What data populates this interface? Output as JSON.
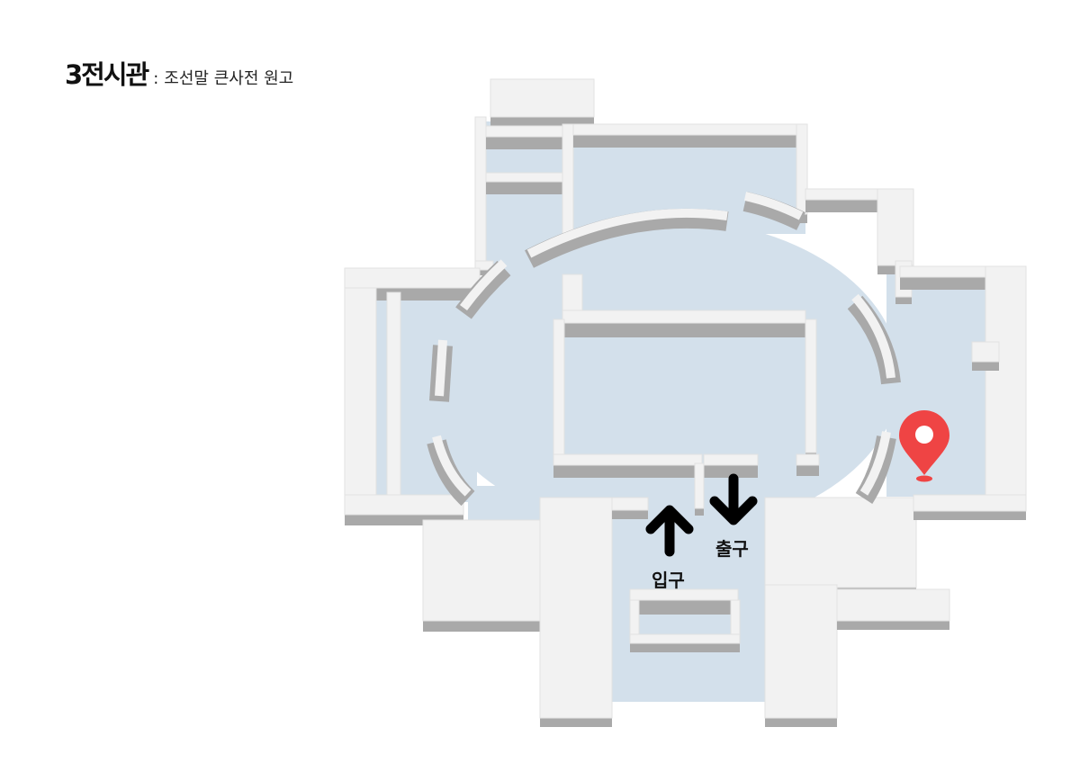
{
  "header": {
    "hall_name": "3전시관",
    "separator": ":",
    "exhibit_title": "조선말 큰사전 원고"
  },
  "map": {
    "entrance_label": "입구",
    "exit_label": "출구",
    "marker_icon": "location-pin-icon",
    "colors": {
      "floor": "#d3e0eb",
      "wall_top": "#f2f2f2",
      "wall_side": "#a9a9a9",
      "marker": "#ef4444"
    }
  }
}
